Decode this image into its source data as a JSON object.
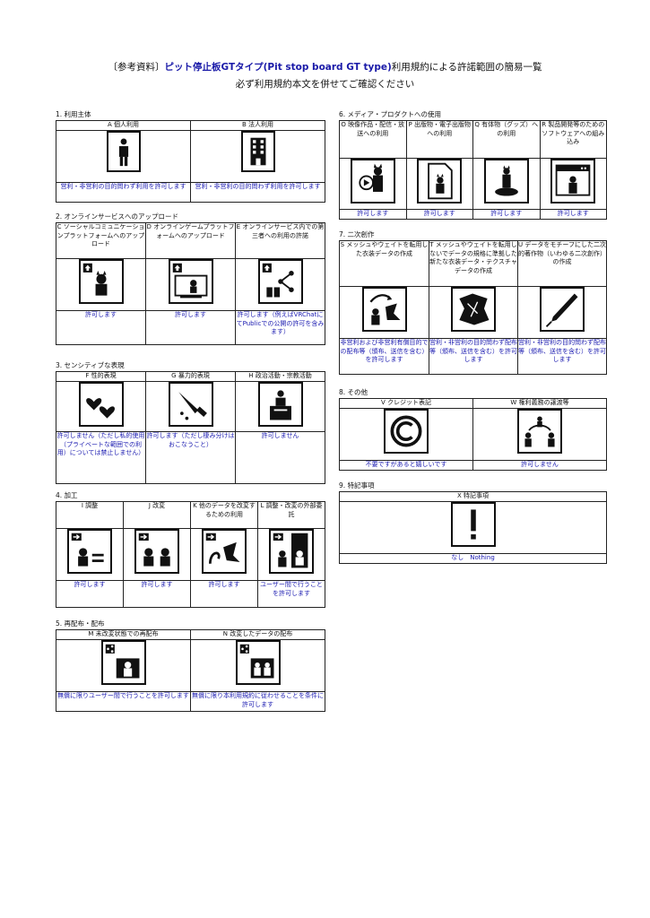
{
  "header": {
    "line1_prefix": "〔参考資料〕",
    "line1_name": "ピット停止板GTタイプ(Pit  stop  board  GT  type)",
    "line1_suffix": "利用規約による許諾範囲の簡易一覧",
    "line2": "必ず利用規約本文を併せてご確認ください"
  },
  "sections": {
    "s1": {
      "title": "1. 利用主体",
      "items": [
        {
          "label": "A 個人利用",
          "perm": "営利・非営利の目的問わず利用を許可します",
          "icon": "person-icon"
        },
        {
          "label": "B 法人利用",
          "perm": "営利・非営利の目的問わず利用を許可します",
          "icon": "building-icon"
        }
      ]
    },
    "s2": {
      "title": "2. オンラインサービスへのアップロード",
      "items": [
        {
          "label": "C ソーシャルコミュニケーションプラットフォームへのアップロード",
          "perm": "許可します",
          "icon": "upload-cat-icon"
        },
        {
          "label": "D オンラインゲームプラットフォームへのアップロード",
          "perm": "許可します",
          "icon": "upload-game-icon"
        },
        {
          "label": "E オンラインサービス内での第三者への利用の許諾",
          "perm": "許可します（例えばVRChatにてPublicでの公開の許可を含みます）",
          "icon": "share-cats-icon"
        }
      ]
    },
    "s3": {
      "title": "3. センシティブな表現",
      "items": [
        {
          "label": "F 性的表現",
          "perm": "許可しません（ただし私的使用（プライベートな範囲での利用）については禁止しません）",
          "icon": "hearts-icon"
        },
        {
          "label": "G 暴力的表現",
          "perm": "許可します（ただし棲み分けはおこなうこと）",
          "icon": "knife-icon"
        },
        {
          "label": "H 政治活動・宗教活動",
          "perm": "許可しません",
          "icon": "podium-icon"
        }
      ]
    },
    "s4": {
      "title": "4. 加工",
      "items": [
        {
          "label": "I 調整",
          "perm": "許可します",
          "icon": "adjust-icon"
        },
        {
          "label": "J 改変",
          "perm": "許可します",
          "icon": "modify-icon"
        },
        {
          "label": "K 他のデータを改変するための利用",
          "perm": "許可します",
          "icon": "transform-icon"
        },
        {
          "label": "L 調整・改変の外部委託",
          "perm": "ユーザー間で行うことを許可します",
          "icon": "outsource-icon"
        }
      ]
    },
    "s5": {
      "title": "5. 再配布・配布",
      "items": [
        {
          "label": "M 未改変状態での再配布",
          "perm": "無償に限りユーザー間で行うことを許可します",
          "icon": "redistribute-icon"
        },
        {
          "label": "N 改変したデータの配布",
          "perm": "無償に限り本利用規約に従わせることを条件に許可します",
          "icon": "distribute-modified-icon"
        }
      ]
    },
    "s6": {
      "title": "6. メディア・プロダクトへの使用",
      "items": [
        {
          "label": "O 映像作品・配信・放送への利用",
          "perm": "許可します",
          "icon": "video-icon"
        },
        {
          "label": "P 出版物・電子出版物への利用",
          "perm": "許可します",
          "icon": "document-icon"
        },
        {
          "label": "Q 有体物（グッズ）への利用",
          "perm": "許可します",
          "icon": "figure-icon"
        },
        {
          "label": "R 製品開発等のためのソフトウェアへの組み込み",
          "perm": "許可します",
          "icon": "software-icon"
        }
      ]
    },
    "s7": {
      "title": "7. 二次創作",
      "items": [
        {
          "label": "S メッシュやウェイトを転用した衣装データの作成",
          "perm": "非営利および非営利有償目的での配布等（頒布、送信を含む）を許可します",
          "icon": "costume-convert-icon"
        },
        {
          "label": "T メッシュやウェイトを転用しないでデータの規格に準拠した新たな衣装データ・テクスチャデータの作成",
          "perm": "営利・非営利の目的問わず配布等（頒布、送信を含む）を許可します",
          "icon": "costume-icon"
        },
        {
          "label": "U データをモチーフにした二次的著作物（いわゆる二次創作）の作成",
          "perm": "営利・非営利の目的問わず配布等（頒布、送信を含む）を許可します",
          "icon": "pen-icon"
        }
      ]
    },
    "s8": {
      "title": "8. その他",
      "items": [
        {
          "label": "V クレジット表記",
          "perm": "不要ですがあると嬉しいです",
          "icon": "copyright-icon"
        },
        {
          "label": "W 権利義務の譲渡等",
          "perm": "許可しません",
          "icon": "transfer-icon"
        }
      ]
    },
    "s9": {
      "title": "9. 特記事項",
      "items": [
        {
          "label": "X 特記事項",
          "perm": "なし　Nothing",
          "icon": "exclamation-icon"
        }
      ]
    }
  }
}
